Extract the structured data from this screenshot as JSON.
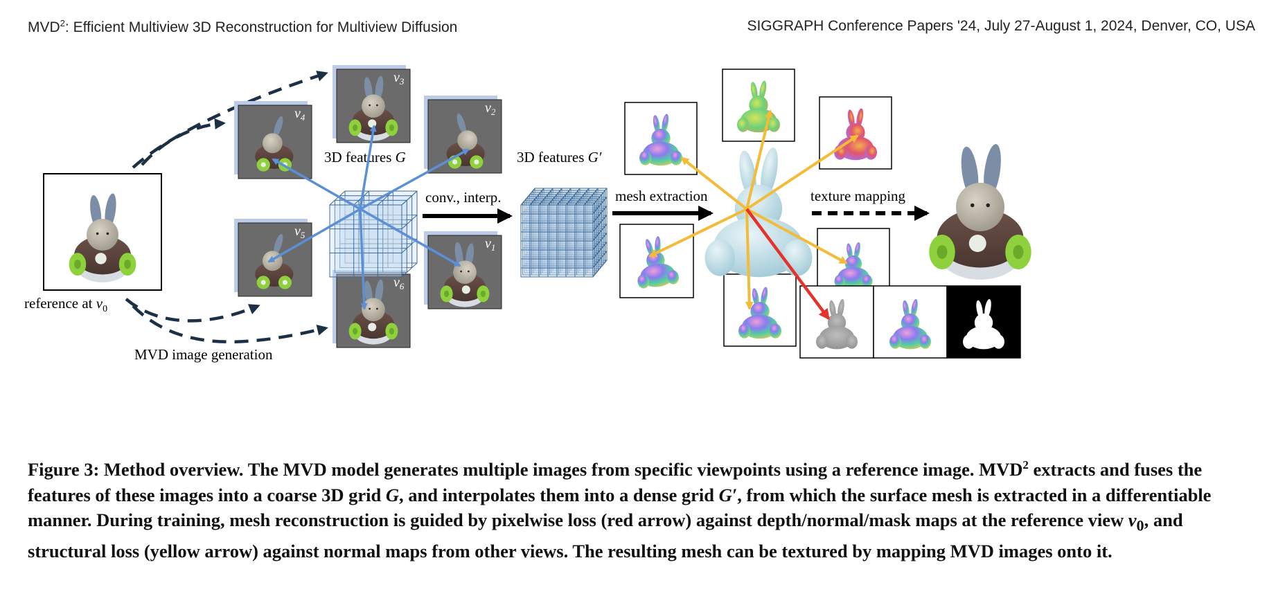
{
  "header": {
    "left_prefix": "MVD",
    "left_sup": "2",
    "left_rest": ": Efficient Multiview 3D Reconstruction for Multiview Diffusion",
    "right": "SIGGRAPH Conference Papers '24, July 27-August 1, 2024, Denver, CO, USA"
  },
  "figure": {
    "reference_label": "reference at",
    "reference_var": "v",
    "reference_sub": "0",
    "mvd_label": "MVD image generation",
    "features_g": "3D features",
    "features_g_var": "G",
    "features_gp": "3D features",
    "features_gp_var": "G′",
    "conv_label": "conv., interp.",
    "mesh_label": "mesh extraction",
    "texture_label": "texture mapping",
    "views": [
      {
        "label": "v",
        "sub": "1"
      },
      {
        "label": "v",
        "sub": "2"
      },
      {
        "label": "v",
        "sub": "3"
      },
      {
        "label": "v",
        "sub": "4"
      },
      {
        "label": "v",
        "sub": "5"
      },
      {
        "label": "v",
        "sub": "6"
      }
    ],
    "colors": {
      "blue_arrow": "#5b8fd6",
      "yellow_arrow": "#f2bb38",
      "red_arrow": "#e2342a",
      "dashed_arrow": "#1b2f45",
      "grid_line": "#3d6a96",
      "grid_fill": "#c9ddf0"
    }
  },
  "caption": {
    "lead": "Figure 3: Method overview. The MVD model generates multiple images from specific viewpoints using a reference image. MVD",
    "lead_sup": "2",
    "p1": " extracts and fuses the features of these images into a coarse 3D grid ",
    "g": "G",
    "p2": ", and interpolates them into a dense grid ",
    "gp": "G′",
    "p3": ", from which the surface mesh is extracted in a differentiable manner. During training, mesh reconstruction is guided by pixelwise loss (red arrow) against depth/normal/mask maps at the reference view ",
    "v0": "v",
    "v0_sub": "0",
    "p4": ", and structural loss (yellow arrow) against normal maps from other views. The resulting mesh can be textured by mapping MVD images onto it."
  }
}
